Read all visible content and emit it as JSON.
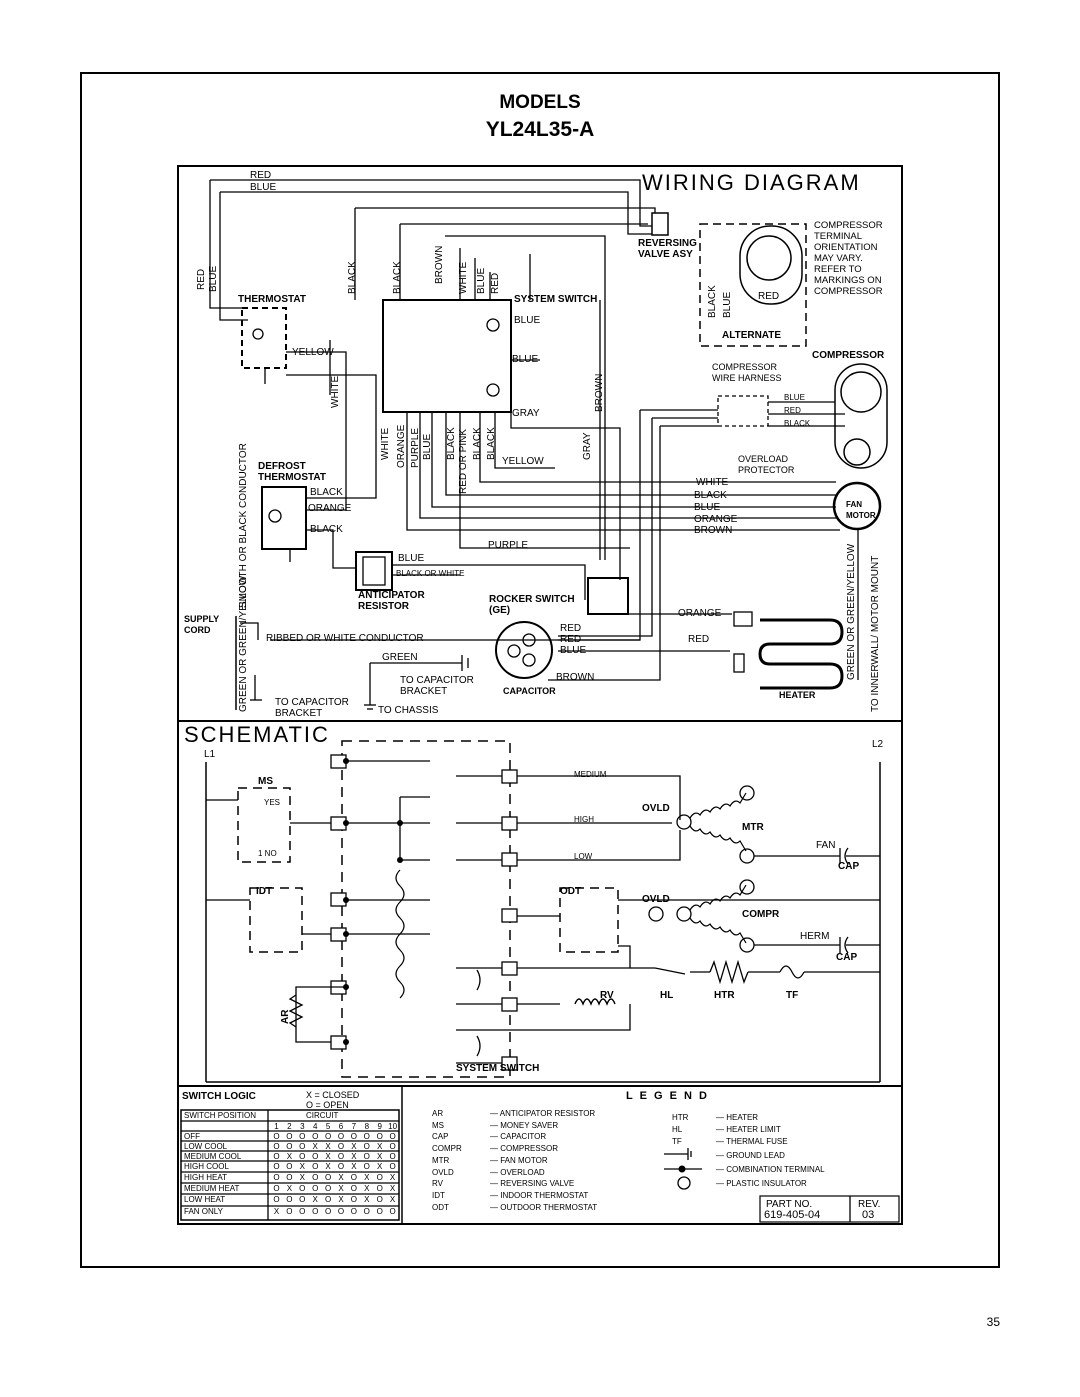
{
  "header": {
    "models_label": "MODELS",
    "model_number": "YL24L35-A"
  },
  "wiring": {
    "title": "WIRING DIAGRAM",
    "labels": {
      "thermostat": "THERMOSTAT",
      "system_switch": "SYSTEM SWITCH",
      "reversing_valve": "REVERSING\nVALVE ASY",
      "compressor_note": "COMPRESSOR\nTERMINAL\nORIENTATION\nMAY VARY.\nREFER TO\nMARKINGS ON\nCOMPRESSOR",
      "alternate": "ALTERNATE",
      "compressor": "COMPRESSOR",
      "compressor_harness": "COMPRESSOR\nWIRE HARNESS",
      "overload_protector": "OVERLOAD\nPROTECTOR",
      "fan_motor": "FAN\nMOTOR",
      "defrost_thermostat": "DEFROST\nTHERMOSTAT",
      "anticipator_resistor": "ANTICIPATOR\nRESISTOR",
      "rocker_switch": "ROCKER SWITCH\n(GE)",
      "supply_cord": "SUPPLY\nCORD",
      "capacitor": "CAPACITOR",
      "heater": "HEATER",
      "ribbed_conductor": "RIBBED OR WHITE CONDUCTOR",
      "smooth_conductor": "SMOOTH OR BLACK CONDUCTOR",
      "green_yellow": "GREEN OR GREEN/YELLOW",
      "to_capacitor_bracket_1": "TO CAPACITOR\nBRACKET",
      "to_capacitor_bracket_2": "TO CAPACITOR\nBRACKET",
      "to_chassis": "TO CHASSIS",
      "to_innerwall": "TO INNERWALL/\nMOTOR MOUNT",
      "green_or_yellow_right": "GREEN OR\nGREEN/YELLOW"
    },
    "wire_colors": {
      "red": "RED",
      "blue": "BLUE",
      "black": "BLACK",
      "brown": "BROWN",
      "white": "WHITE",
      "yellow": "YELLOW",
      "gray": "GRAY",
      "orange": "ORANGE",
      "purple": "PURPLE",
      "green": "GREEN",
      "red_or_pink": "RED OR PINK",
      "black_or_white": "BLACK OR WHITE"
    }
  },
  "schematic": {
    "title": "SCHEMATIC",
    "l1": "L1",
    "l2": "L2",
    "ms": "MS",
    "yes": "YES",
    "no": "1 NO",
    "idt": "IDT",
    "odt": "ODT",
    "ar": "AR",
    "system_switch": "SYSTEM SWITCH",
    "ovld": "OVLD",
    "mtr": "MTR",
    "compr": "COMPR",
    "medium": "MEDIUM",
    "high": "HIGH",
    "low": "LOW",
    "fan_cap": "FAN",
    "herm": "HERM",
    "cap": "CAP",
    "hl": "HL",
    "htr": "HTR",
    "tf": "TF",
    "rv": "RV"
  },
  "switch_logic": {
    "title": "SWITCH LOGIC",
    "closed": "X = CLOSED",
    "open": "O = OPEN",
    "col_position": "SWITCH POSITION",
    "col_circuit": "CIRCUIT",
    "circuits": [
      "1",
      "2",
      "3",
      "4",
      "5",
      "6",
      "7",
      "8",
      "9",
      "10"
    ],
    "rows": [
      {
        "pos": "OFF",
        "vals": [
          "O",
          "O",
          "O",
          "O",
          "O",
          "O",
          "O",
          "O",
          "O",
          "O"
        ]
      },
      {
        "pos": "LOW COOL",
        "vals": [
          "O",
          "O",
          "O",
          "X",
          "X",
          "O",
          "X",
          "O",
          "X",
          "O"
        ]
      },
      {
        "pos": "MEDIUM COOL",
        "vals": [
          "O",
          "X",
          "O",
          "O",
          "X",
          "O",
          "X",
          "O",
          "X",
          "O"
        ]
      },
      {
        "pos": "HIGH COOL",
        "vals": [
          "O",
          "O",
          "X",
          "O",
          "X",
          "O",
          "X",
          "O",
          "X",
          "O"
        ]
      },
      {
        "pos": "HIGH HEAT",
        "vals": [
          "O",
          "O",
          "X",
          "O",
          "O",
          "X",
          "O",
          "X",
          "O",
          "X"
        ]
      },
      {
        "pos": "MEDIUM HEAT",
        "vals": [
          "O",
          "X",
          "O",
          "O",
          "O",
          "X",
          "O",
          "X",
          "O",
          "X"
        ]
      },
      {
        "pos": "LOW HEAT",
        "vals": [
          "O",
          "O",
          "O",
          "X",
          "O",
          "X",
          "O",
          "X",
          "O",
          "X"
        ]
      },
      {
        "pos": "FAN ONLY",
        "vals": [
          "X",
          "O",
          "O",
          "O",
          "O",
          "O",
          "O",
          "O",
          "O",
          "O"
        ]
      }
    ]
  },
  "legend": {
    "title": "L E G E N D",
    "left": [
      {
        "abbr": "AR",
        "desc": "— ANTICIPATOR RESISTOR"
      },
      {
        "abbr": "MS",
        "desc": "— MONEY SAVER"
      },
      {
        "abbr": "CAP",
        "desc": "— CAPACITOR"
      },
      {
        "abbr": "COMPR",
        "desc": "— COMPRESSOR"
      },
      {
        "abbr": "MTR",
        "desc": "— FAN MOTOR"
      },
      {
        "abbr": "OVLD",
        "desc": "— OVERLOAD"
      },
      {
        "abbr": "RV",
        "desc": "— REVERSING VALVE"
      },
      {
        "abbr": "IDT",
        "desc": "— INDOOR THERMOSTAT"
      },
      {
        "abbr": "ODT",
        "desc": "— OUTDOOR THERMOSTAT"
      }
    ],
    "right": [
      {
        "abbr": "HTR",
        "desc": "— HEATER"
      },
      {
        "abbr": "HL",
        "desc": "— HEATER LIMIT"
      },
      {
        "abbr": "TF",
        "desc": "— THERMAL FUSE"
      },
      {
        "abbr": "",
        "desc": "— GROUND LEAD"
      },
      {
        "abbr": "",
        "desc": "— COMBINATION TERMINAL"
      },
      {
        "abbr": "",
        "desc": "— PLASTIC INSULATOR"
      }
    ],
    "part_no_label": "PART NO.",
    "part_no": "619-405-04",
    "rev_label": "REV.",
    "rev": "03"
  },
  "page_number": "35"
}
